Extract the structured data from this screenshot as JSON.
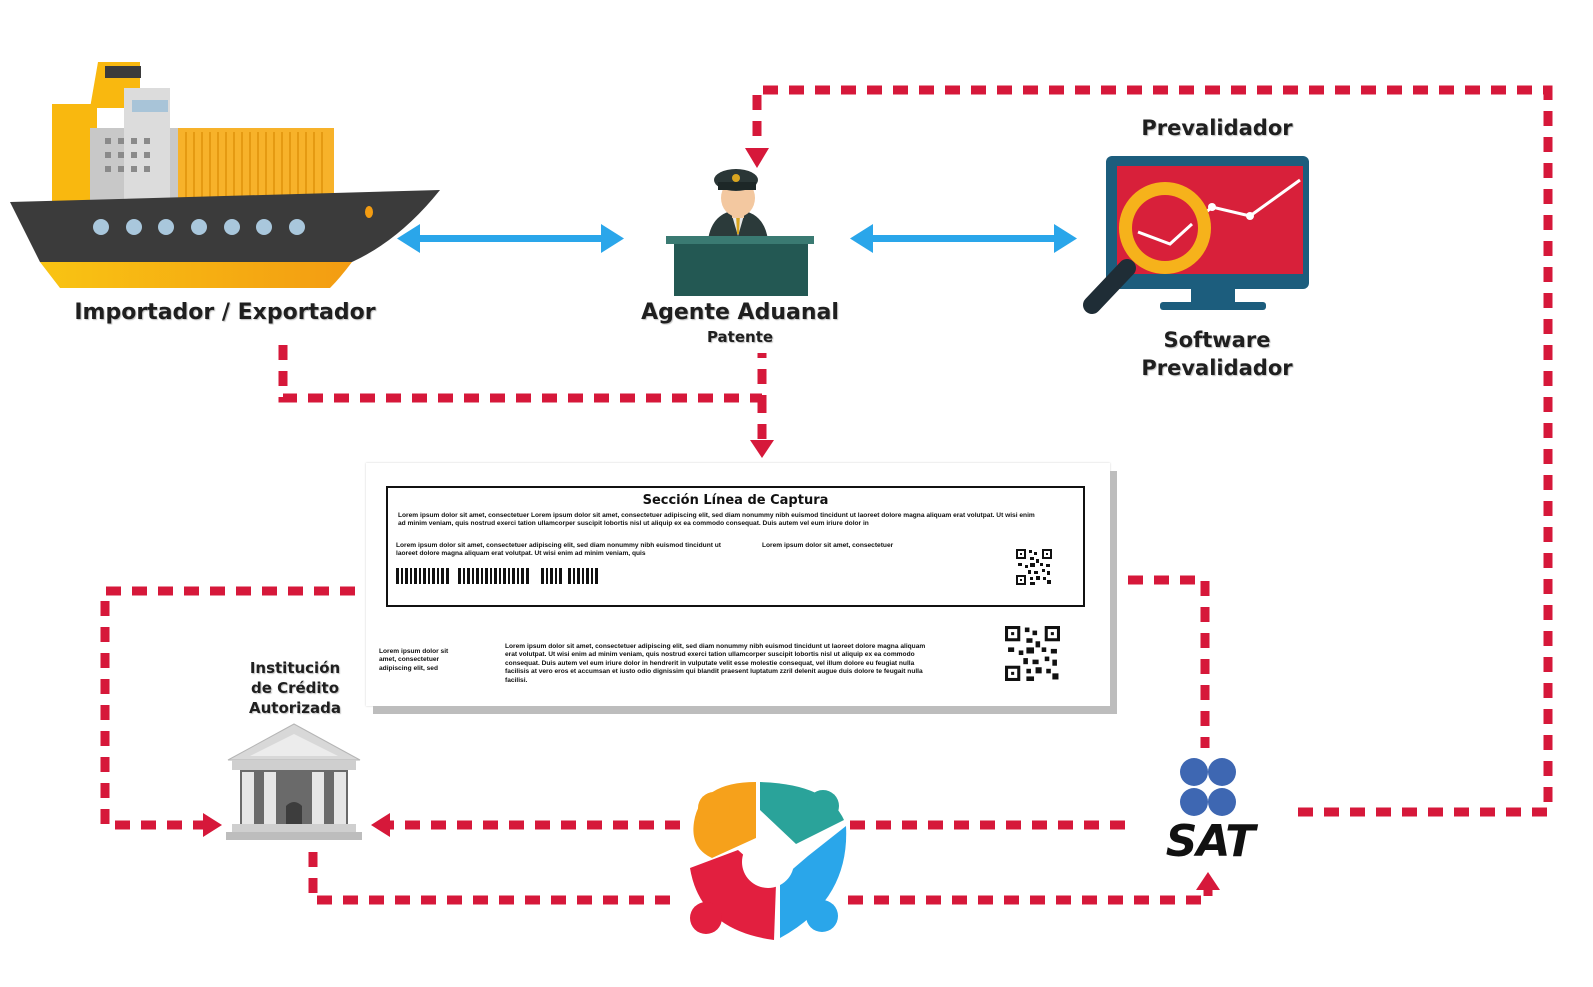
{
  "nodes": {
    "importer": {
      "label": "Importador / Exportador"
    },
    "agent": {
      "label": "Agente Aduanal",
      "sublabel": "Patente"
    },
    "software": {
      "title": "Prevalidador",
      "label_line1": "Software",
      "label_line2": "Prevalidador"
    },
    "bank": {
      "label_line1": "Institución",
      "label_line2": "de Crédito",
      "label_line3": "Autorizada"
    },
    "sat": {
      "label": "SAT"
    }
  },
  "document": {
    "title": "Sección Línea de Captura",
    "para1": "Lorem ipsum dolor sit amet, consectetuer Lorem ipsum dolor sit amet, consectetuer adipiscing elit, sed diam nonummy nibh euismod tincidunt ut laoreet dolore magna aliquam erat volutpat. Ut wisi enim ad minim veniam, quis nostrud exerci tation ullamcorper suscipit lobortis nisl ut aliquip ex ea commodo consequat. Duis autem vel eum iriure dolor in",
    "para2": "Lorem ipsum dolor sit amet, consectetuer adipiscing elit, sed diam nonummy nibh euismod tincidunt ut laoreet dolore magna aliquam erat volutpat. Ut wisi enim ad minim veniam, quis",
    "para3": "Lorem ipsum dolor sit amet, consectetuer",
    "para4": "Lorem ipsum dolor sit amet, consectetuer adipiscing elit, sed",
    "para5": "Lorem ipsum dolor sit amet, consectetuer adipiscing elit, sed diam nonummy nibh euismod tincidunt ut laoreet dolore magna aliquam erat volutpat. Ut wisi enim ad minim veniam, quis nostrud exerci tation ullamcorper suscipit lobortis nisl ut aliquip ex ea commodo consequat. Duis autem vel eum iriure dolor in hendrerit in vulputate velit esse molestie consequat, vel illum dolore eu feugiat nulla facilisis at vero eros et accumsan et iusto odio dignissim qui blandit praesent luptatum zzril delenit augue duis dolore te feugait nulla facilisi."
  },
  "colors": {
    "dashed_flow": "#d6183a",
    "blue_arrow": "#2aa6ea",
    "ship_body": "#3b3b3b",
    "ship_hull_yellow": "#f9b80f",
    "monitor_frame": "#1c5d7d",
    "monitor_screen": "#d8203a",
    "magnifier": "#f6b21b",
    "desk": "#235853",
    "sat_dots": "#3e67b2"
  }
}
